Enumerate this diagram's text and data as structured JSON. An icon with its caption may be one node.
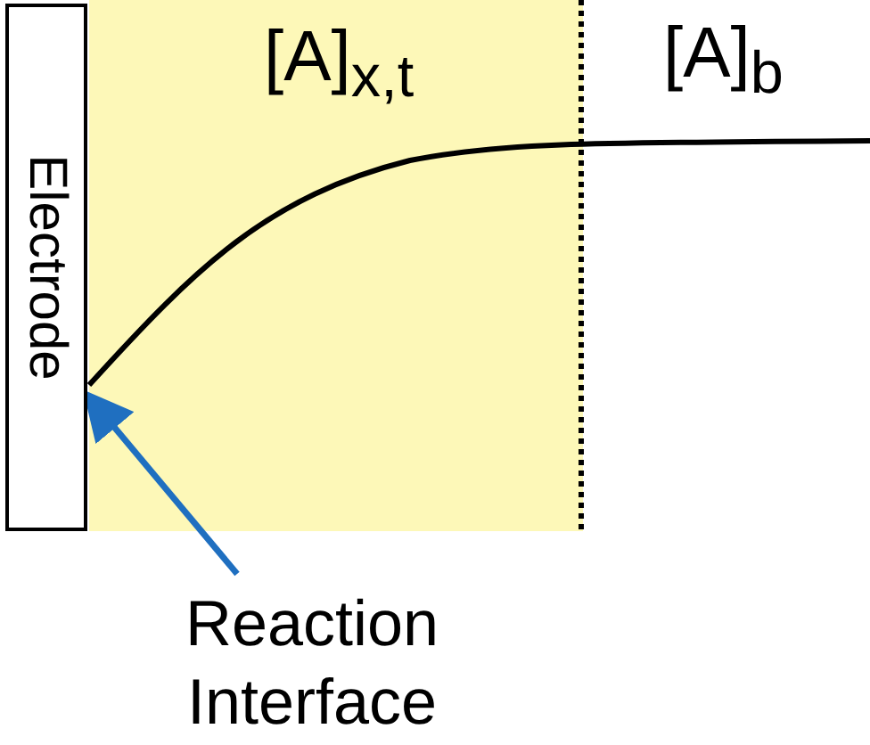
{
  "diagram": {
    "nodes": [
      {
        "text": [
          "Electrode"
        ]
      },
      {
        "text": [
          "Reaction Interface"
        ]
      }
    ],
    "edges": [
      {
        "from": 1,
        "to": 0,
        "arrow": "to",
        "color": "#1f6fc0"
      }
    ],
    "labels": [
      "[A]$_{x,t}$",
      "[A]$_{b}$"
    ]
  }
}
